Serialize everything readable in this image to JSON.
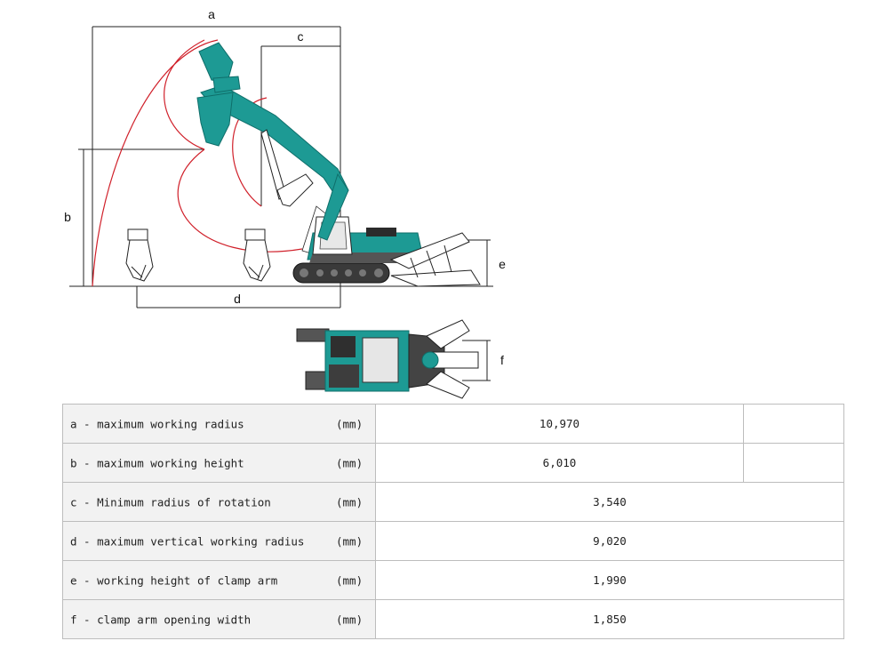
{
  "diagram": {
    "labels": {
      "a": "a",
      "b": "b",
      "c": "c",
      "d": "d",
      "e": "e",
      "f": "f"
    },
    "colors": {
      "machine": "#1d9a94",
      "machine_dark": "#0f6e6a",
      "arc": "#d0202a",
      "line": "#222222"
    }
  },
  "specs": [
    {
      "label": "a - maximum working radius",
      "unit": "(mm)",
      "value": "10,970"
    },
    {
      "label": "b - maximum working height",
      "unit": "(mm)",
      "value": "6,010"
    },
    {
      "label": "c - Minimum radius of rotation",
      "unit": "(mm)",
      "value": "3,540"
    },
    {
      "label": "d - maximum vertical working radius",
      "unit": "(mm)",
      "value": "9,020"
    },
    {
      "label": "e - working height of clamp arm",
      "unit": "(mm)",
      "value": "1,990"
    },
    {
      "label": "f - clamp arm opening width",
      "unit": "(mm)",
      "value": "1,850"
    }
  ]
}
